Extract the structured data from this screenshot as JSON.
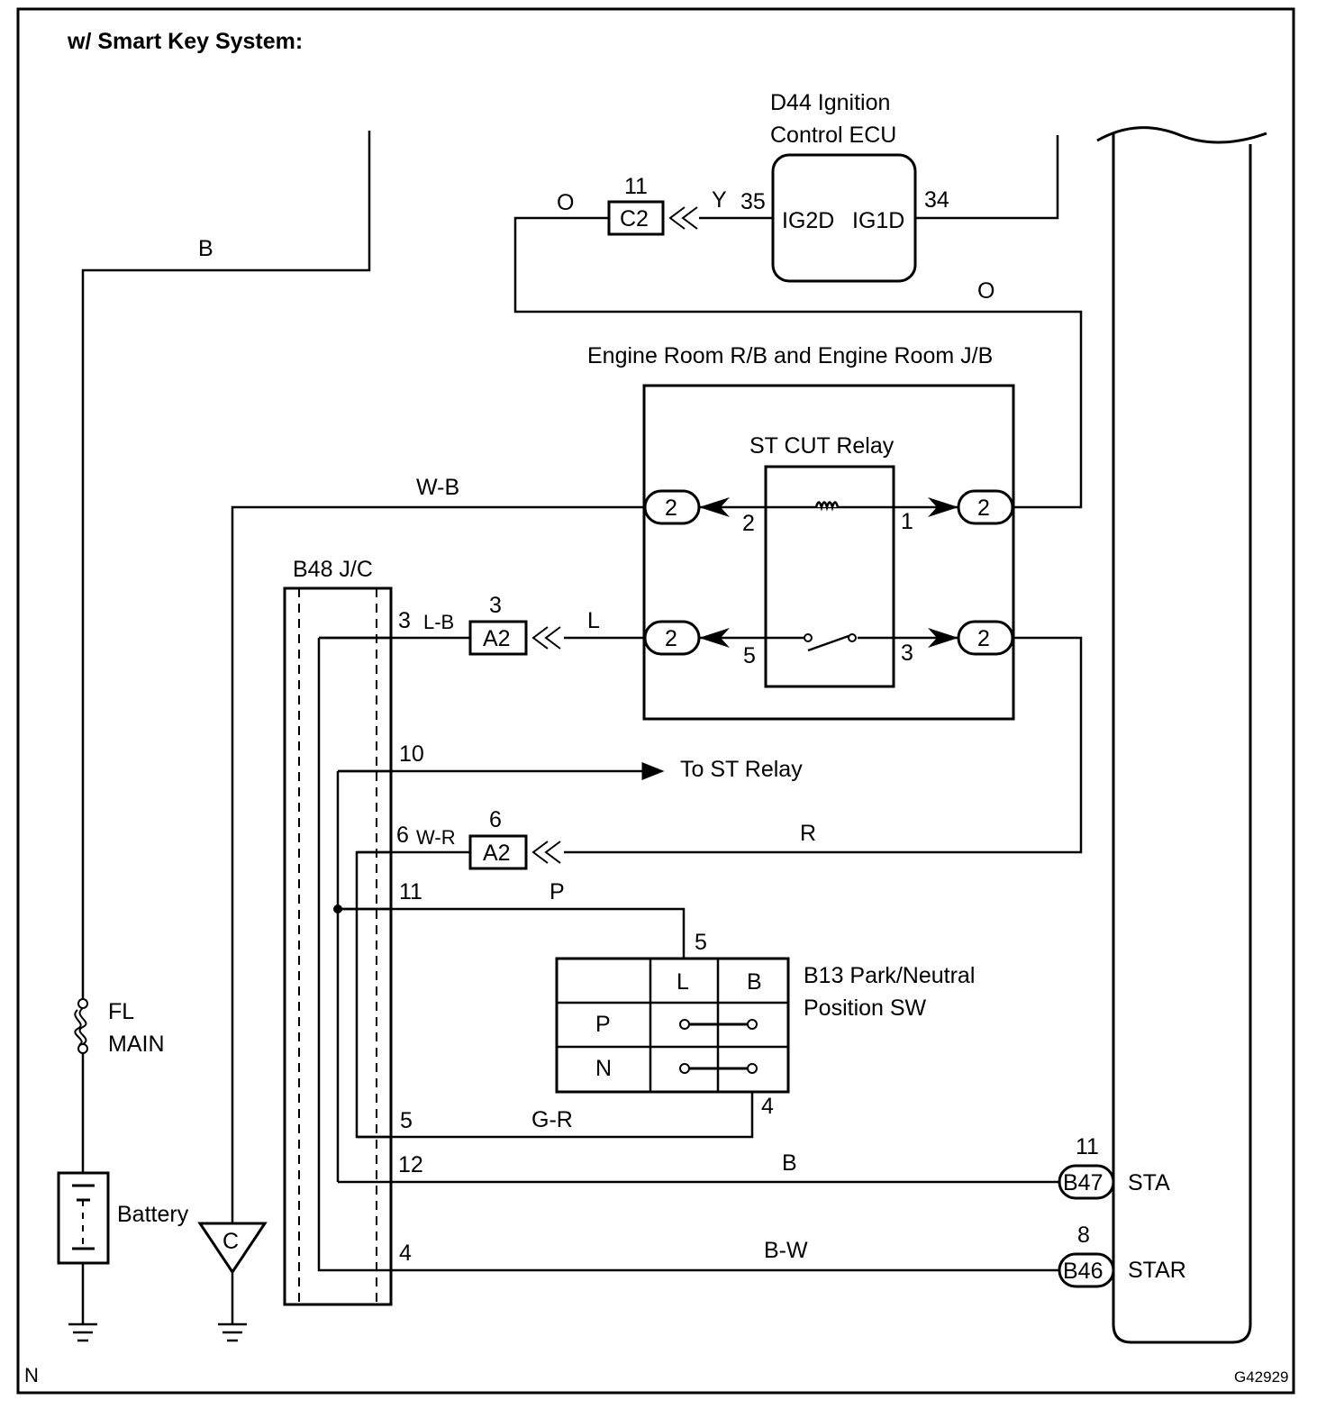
{
  "title": "w/ Smart Key System:",
  "corner_left": "N",
  "figure_id": "G42929",
  "ecu": {
    "name_line1": "D44 Ignition",
    "name_line2": "Control ECU",
    "pin_ig2d": "IG2D",
    "pin_ig1d": "IG1D",
    "pin35": "35",
    "pin34": "34"
  },
  "relay_box": {
    "title": "Engine Room R/B and Engine Room J/B",
    "relay_name": "ST CUT Relay",
    "pin2": "2",
    "pin1": "1",
    "pin5": "5",
    "pin3": "3",
    "conn_label": "2"
  },
  "junction": {
    "name": "B48 J/C",
    "pin3": "3",
    "pin10": "10",
    "pin6": "6",
    "pin11": "11",
    "pin5": "5",
    "pin12": "12",
    "pin4": "4"
  },
  "connectors": {
    "c2": "C2",
    "c2_pin": "11",
    "a2_top": "A2",
    "a2_top_pin": "3",
    "a2_bottom": "A2",
    "a2_bottom_pin": "6",
    "b47": "B47",
    "b47_pin": "11",
    "b46": "B46",
    "b46_pin": "8"
  },
  "wires": {
    "b_top": "B",
    "o_left": "O",
    "y": "Y",
    "o_right": "O",
    "w_b": "W-B",
    "l_b": "L-B",
    "l": "L",
    "w_r": "W-R",
    "r": "R",
    "p": "P",
    "g_r": "G-R",
    "b_sta": "B",
    "b_w": "B-W"
  },
  "to_st_relay": "To ST Relay",
  "pn_switch": {
    "name_line1": "B13 Park/Neutral",
    "name_line2": "Position SW",
    "col_l": "L",
    "col_b": "B",
    "row_p": "P",
    "row_n": "N",
    "pin5": "5",
    "pin4": "4"
  },
  "ecm_pins": {
    "sta": "STA",
    "star": "STAR"
  },
  "fuse": {
    "line1": "FL",
    "line2": "MAIN"
  },
  "battery": "Battery",
  "ground_c": "C"
}
